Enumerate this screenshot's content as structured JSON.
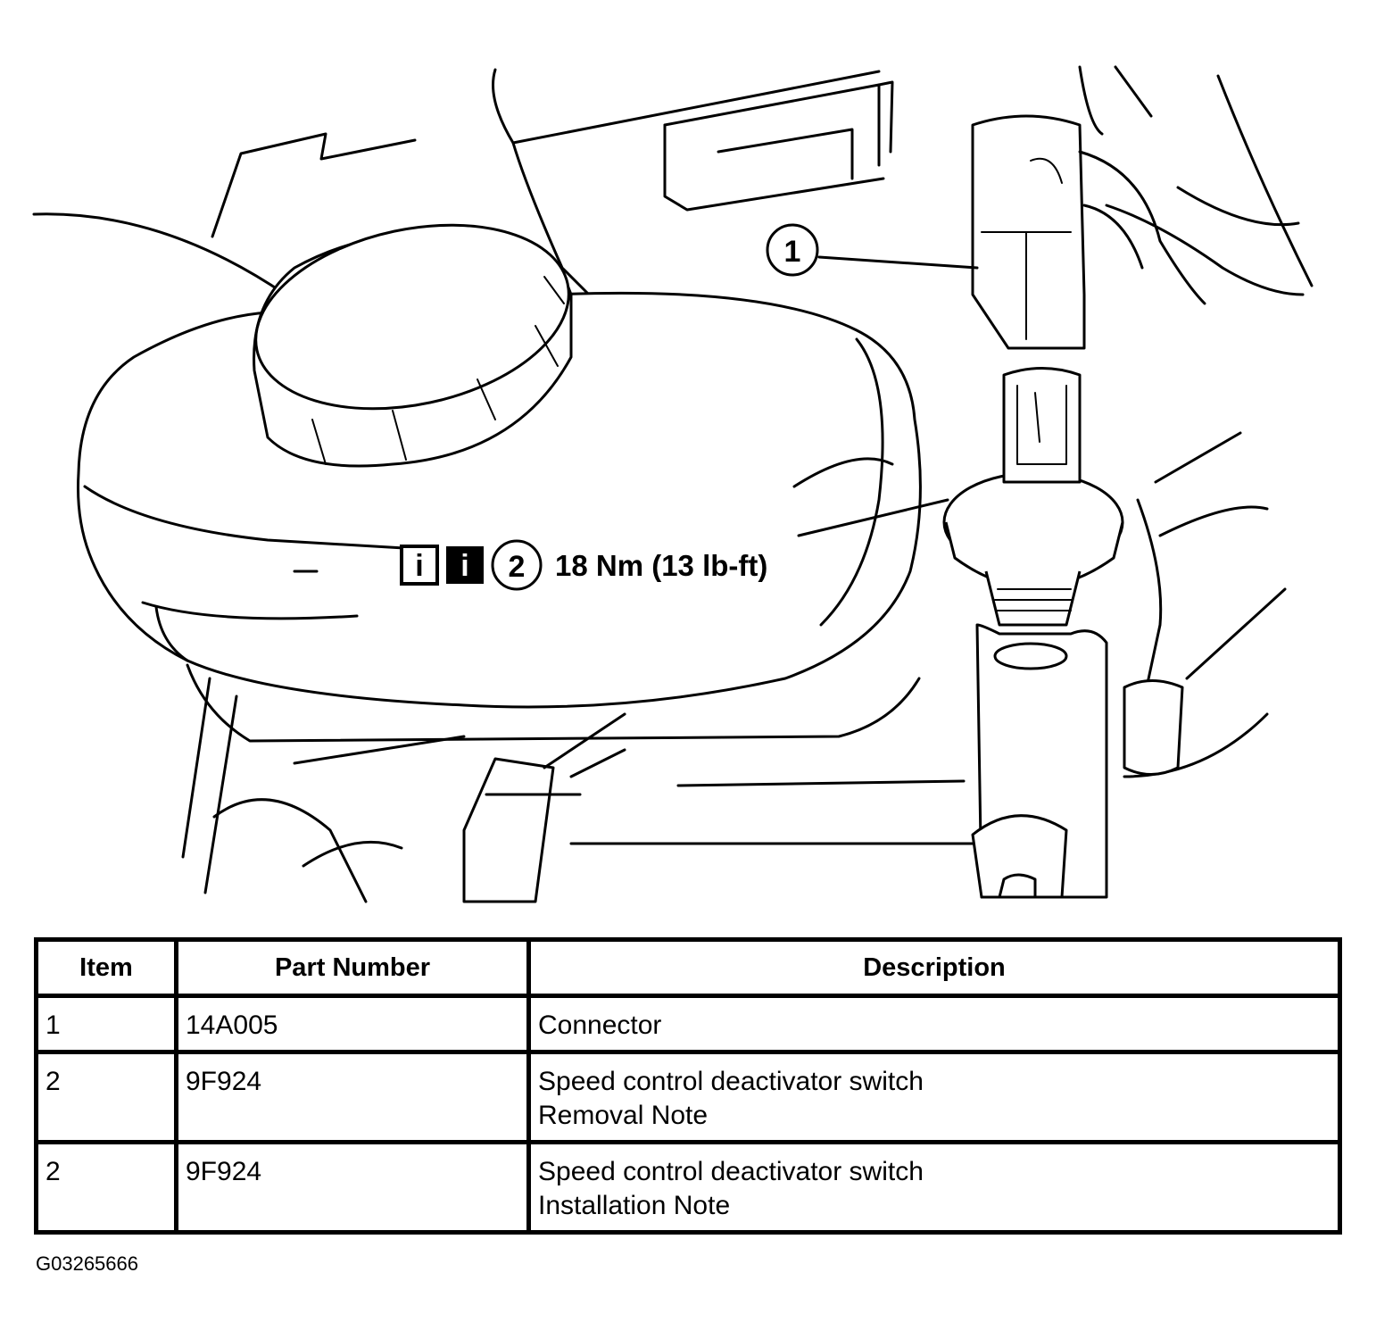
{
  "diagram": {
    "callouts": [
      {
        "number": "1"
      },
      {
        "number": "2",
        "torque": "18 Nm (13 lb-ft)"
      }
    ],
    "info_icons": [
      {
        "glyph": "i",
        "style": "outline"
      },
      {
        "glyph": "i",
        "style": "filled"
      }
    ]
  },
  "table": {
    "headers": {
      "item": "Item",
      "part_number": "Part Number",
      "description": "Description"
    },
    "rows": [
      {
        "item": "1",
        "part_number": "14A005",
        "description": [
          "Connector"
        ]
      },
      {
        "item": "2",
        "part_number": "9F924",
        "description": [
          "Speed control deactivator switch",
          "Removal Note"
        ]
      },
      {
        "item": "2",
        "part_number": "9F924",
        "description": [
          "Speed control deactivator switch",
          "Installation Note"
        ]
      }
    ]
  },
  "figure_id": "G03265666"
}
